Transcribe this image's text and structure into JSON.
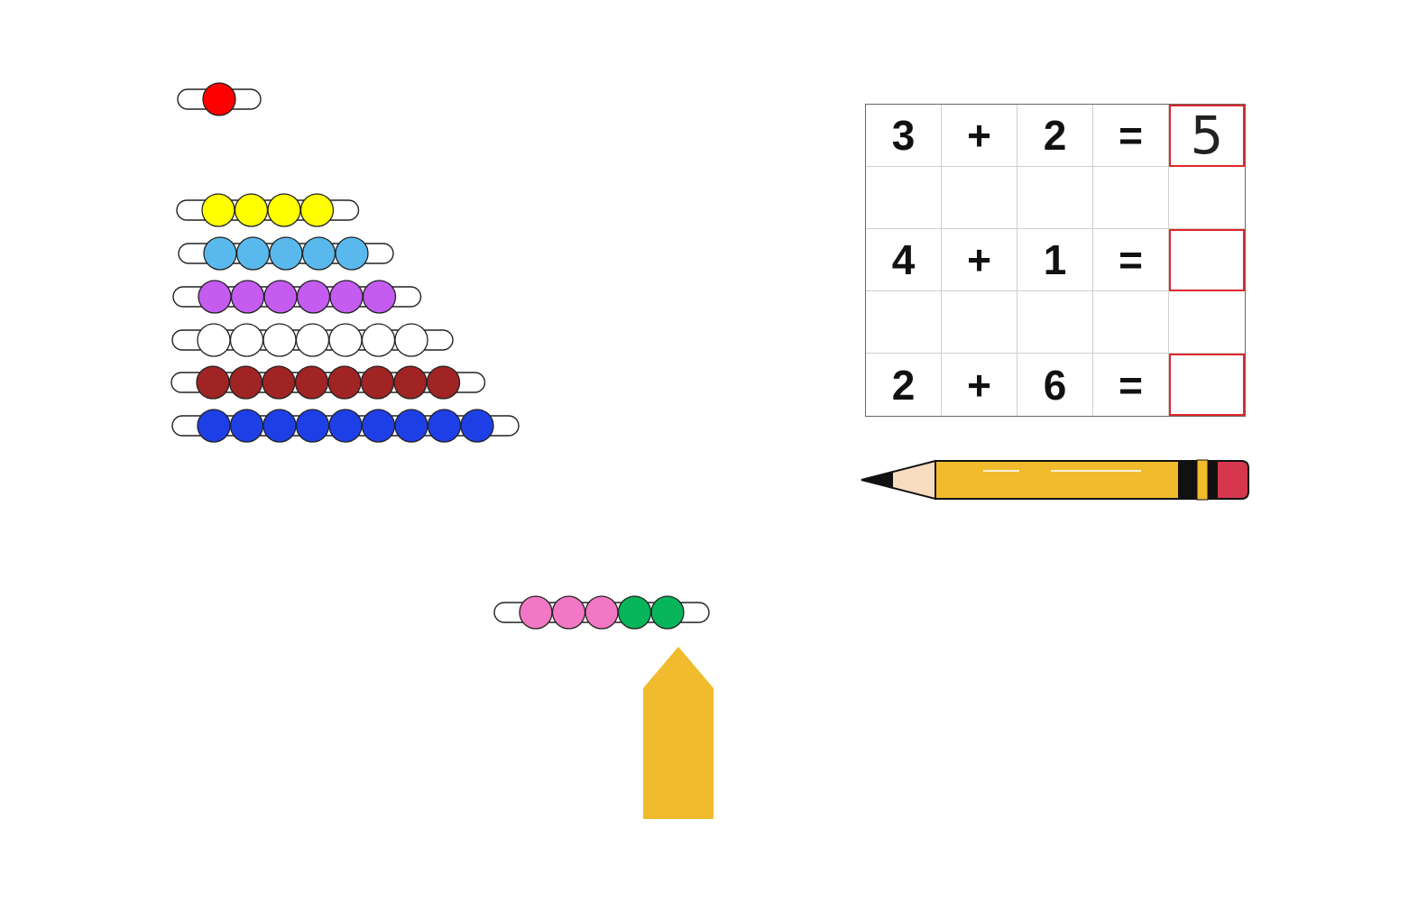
{
  "bead_bars": [
    {
      "count": 1,
      "color": "#ff0000"
    },
    {
      "count": 4,
      "color": "#ffff00"
    },
    {
      "count": 5,
      "color": "#5ab9ec"
    },
    {
      "count": 6,
      "color": "#c45cf0"
    },
    {
      "count": 7,
      "color": "#ffffff"
    },
    {
      "count": 8,
      "color": "#a02424"
    },
    {
      "count": 9,
      "color": "#1f3fe6"
    }
  ],
  "combined_bar": {
    "segments": [
      {
        "count": 3,
        "color": "#f277c4"
      },
      {
        "count": 2,
        "color": "#07b55a"
      }
    ]
  },
  "arrow_color": "#f0bb2c",
  "equations": [
    {
      "a": "3",
      "op": "+",
      "b": "2",
      "eq": "=",
      "answer": "5"
    },
    {
      "a": "4",
      "op": "+",
      "b": "1",
      "eq": "=",
      "answer": ""
    },
    {
      "a": "2",
      "op": "+",
      "b": "6",
      "eq": "=",
      "answer": ""
    }
  ],
  "pencil": {
    "body_color": "#f0bb2c",
    "eraser_color": "#d6374f",
    "band_color": "#111111"
  }
}
